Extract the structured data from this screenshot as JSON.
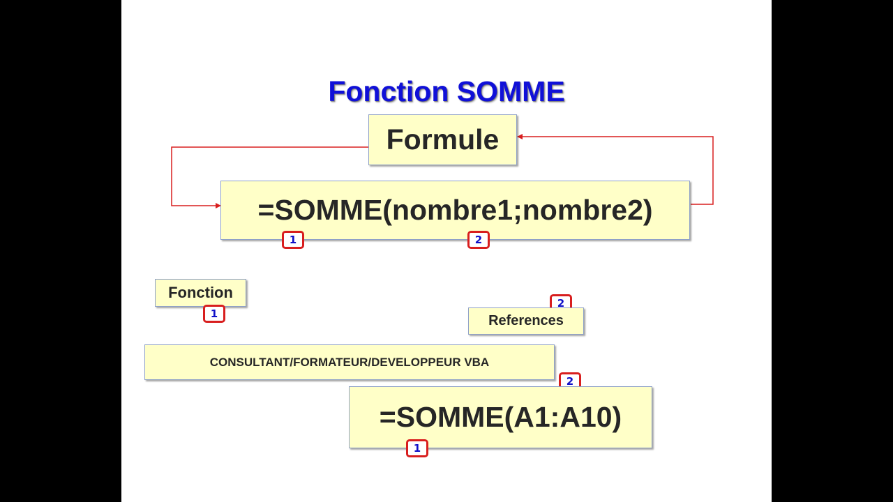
{
  "title": "Fonction SOMME",
  "formula_label": "Formule",
  "syntax": "=SOMME(nombre1;nombre2)",
  "fonction_label": "Fonction",
  "references_label": "References",
  "author_label": "CONSULTANT/FORMATEUR/DEVELOPPEUR VBA",
  "example": "=SOMME(A1:A10)",
  "badges": {
    "one": "1",
    "two": "2"
  },
  "colors": {
    "title": "#1010d8",
    "box_fill": "#ffffc8",
    "box_border": "#8fa1c8",
    "connector": "#d81e1e",
    "badge_border": "#d81e1e",
    "badge_text": "#1010c8"
  }
}
